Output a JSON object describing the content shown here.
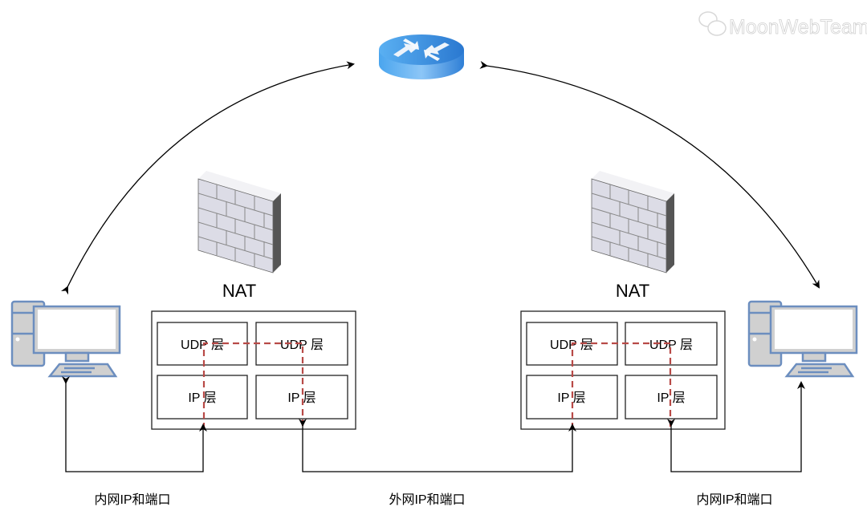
{
  "nat_left": {
    "title": "NAT",
    "udp_a": "UDP 层",
    "udp_b": "UDP 层",
    "ip_a": "IP 层",
    "ip_b": "IP 层"
  },
  "nat_right": {
    "title": "NAT",
    "udp_a": "UDP 层",
    "udp_b": "UDP 层",
    "ip_a": "IP 层",
    "ip_b": "IP 层"
  },
  "labels": {
    "left": "内网IP和端口",
    "middle": "外网IP和端口",
    "right": "内网IP和端口"
  },
  "watermark": "MoonWebTeam",
  "colors": {
    "dashed_path": "#b84a47",
    "router": "#3d8fe0",
    "computer_outline": "#6c8ebf",
    "computer_fill": "#d0d0d0"
  }
}
